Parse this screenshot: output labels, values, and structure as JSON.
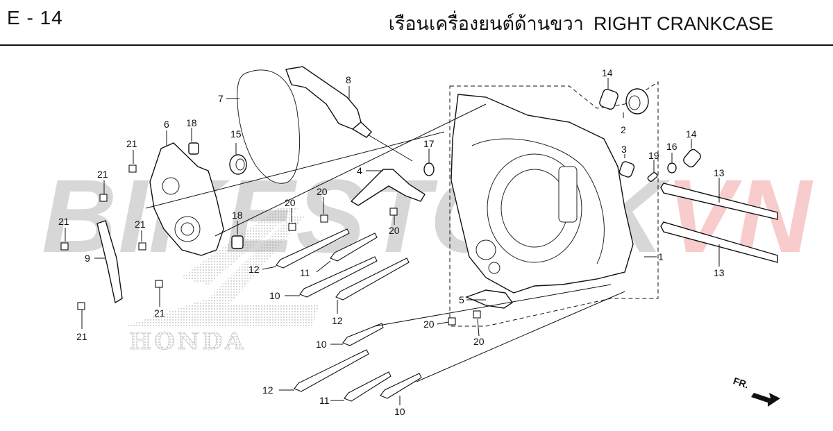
{
  "header": {
    "code": "E - 14",
    "title_th": "เรือนเครื่องยนต์ด้านขวา",
    "title_en": "RIGHT CRANKCASE"
  },
  "watermark": {
    "part_a": "BIKESTOCK",
    "part_b": "VN",
    "brand": "HONDA",
    "color_a": "#b8b8b8",
    "color_b": "#f3a4a4"
  },
  "direction_label": "FR.",
  "callouts": {
    "c1": "1",
    "c2": "2",
    "c3": "3",
    "c4": "4",
    "c5": "5",
    "c6": "6",
    "c7": "7",
    "c8": "8",
    "c9": "9",
    "c10a": "10",
    "c10b": "10",
    "c10c": "10",
    "c11a": "11",
    "c11b": "11",
    "c12a": "12",
    "c12b": "12",
    "c12c": "12",
    "c13a": "13",
    "c13b": "13",
    "c14a": "14",
    "c14b": "14",
    "c15": "15",
    "c16": "16",
    "c17": "17",
    "c18a": "18",
    "c18b": "18",
    "c19": "19",
    "c20a": "20",
    "c20b": "20",
    "c20c": "20",
    "c20d": "20",
    "c20e": "20",
    "c21a": "21",
    "c21b": "21",
    "c21c": "21",
    "c21d": "21",
    "c21e": "21",
    "c21f": "21"
  }
}
